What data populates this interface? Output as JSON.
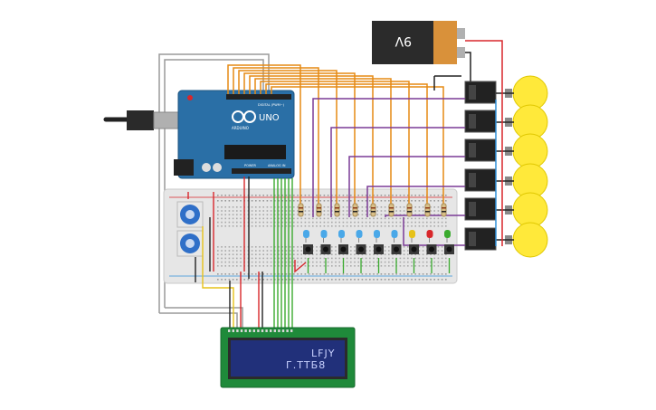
{
  "battery": {
    "label": "9V"
  },
  "arduino": {
    "brand": "UNO",
    "sub": "ARDUINO",
    "digital_label": "DIGITAL (PWM~)",
    "power_label": "POWER",
    "analog_label": "ANALOG IN"
  },
  "lcd": {
    "line1": "LFJY",
    "line2": "Г.ТТБ8"
  },
  "colors": {
    "wire_orange": "#e58a14",
    "wire_purple": "#7a3a96",
    "wire_red": "#d8272b",
    "wire_green": "#3bab2f",
    "wire_yellow": "#e6c21a",
    "wire_black": "#222222",
    "wire_gray": "#9a9a9a",
    "wire_blue": "#2f8fd8",
    "arduino_board": "#2a6fa6",
    "breadboard": "#e6e6e6",
    "bulb": "#ffe93a",
    "lcd_screen": "#21307a",
    "lcd_board": "#1f8a3a"
  },
  "bulbs": [
    "bulb-1",
    "bulb-2",
    "bulb-3",
    "bulb-4",
    "bulb-5",
    "bulb-6"
  ],
  "leds": [
    "blue",
    "blue",
    "blue",
    "blue",
    "blue",
    "blue",
    "yellow",
    "red",
    "green"
  ]
}
